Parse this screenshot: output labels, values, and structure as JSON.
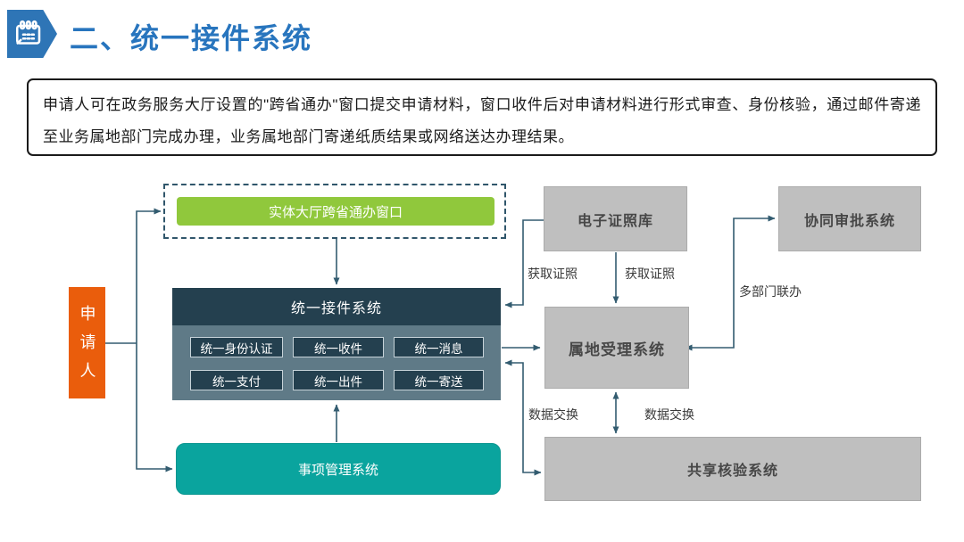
{
  "header": {
    "title": "二、统一接件系统",
    "icon": "calendar-icon"
  },
  "description": {
    "text": "申请人可在政务服务大厅设置的\"跨省通办\"窗口提交申请材料，窗口收件后对申请材料进行形式审查、身份核验，通过邮件寄递至业务属地部门完成办理，业务属地部门寄递纸质结果或网络送达办理结果。"
  },
  "diagram": {
    "applicant": {
      "label": "申请人"
    },
    "hall_window": {
      "label": "实体大厅跨省通办窗口"
    },
    "unified_system": {
      "title": "统一接件系统",
      "modules": [
        "统一身份认证",
        "统一收件",
        "统一消息",
        "统一支付",
        "统一出件",
        "统一寄送"
      ]
    },
    "item_mgmt": {
      "label": "事项管理系统"
    },
    "e_license": {
      "label": "电子证照库"
    },
    "collab_approval": {
      "label": "协同审批系统"
    },
    "territorial": {
      "label": "属地受理系统"
    },
    "shared_verify": {
      "label": "共享核验系统"
    },
    "edge_labels": {
      "get_license_left": "获取证照",
      "get_license_right": "获取证照",
      "multi_dept": "多部门联办",
      "data_exchange_left": "数据交换",
      "data_exchange_right": "数据交换"
    },
    "colors": {
      "title_blue": "#2875BE",
      "icon_blue": "#2E75B6",
      "applicant_orange": "#EA5D0C",
      "window_green": "#90C83C",
      "system_header_navy": "#24404F",
      "system_body_slate": "#5F7A87",
      "item_mgmt_teal": "#0AA49E",
      "gray_box": "#BFBFBF",
      "connector": "#335C70"
    }
  }
}
